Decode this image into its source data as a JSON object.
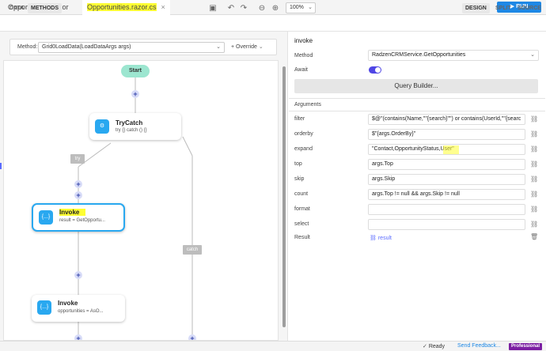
{
  "tabs": [
    {
      "label": "Opportunities.razor",
      "active": false
    },
    {
      "label": "Opportunities.razor.cs",
      "active": true,
      "close": "×"
    }
  ],
  "run": {
    "label": "RUN",
    "icon": "play-icon"
  },
  "toolbar": {
    "modes": [
      "DATA",
      "METHODS"
    ],
    "zoom": "100%",
    "views": [
      "DESIGN",
      "SPLIT",
      "SOURCE"
    ]
  },
  "method_bar": {
    "label": "Method:",
    "value": "Grid0LoadData(LoadDataArgs args)",
    "override_label": "Override"
  },
  "flow": {
    "start": "Start",
    "trycatch": {
      "title": "TryCatch",
      "sub": "try {} catch () {}"
    },
    "try_tag": "try",
    "catch_tag": "catch",
    "invoke1": {
      "title": "Invoke",
      "sub": "result = GetOpportu..."
    },
    "invoke2": {
      "title": "Invoke",
      "sub": "opportunities = AsO..."
    },
    "icon_text": "{...}"
  },
  "props": {
    "title": "invoke",
    "method_label": "Method",
    "method_value": "RadzenCRMService.GetOpportunities",
    "await_label": "Await",
    "await_on": true,
    "query_builder": "Query Builder...",
    "arguments_label": "Arguments",
    "args": [
      {
        "name": "filter",
        "value": "$@\"(contains(Name,\"\"{search}\"\") or contains(UserId,\"\"{searc"
      },
      {
        "name": "orderby",
        "value": "$\"{args.OrderBy}\""
      },
      {
        "name": "expand",
        "value": "\"Contact,OpportunityStatus,User\""
      },
      {
        "name": "top",
        "value": "args.Top"
      },
      {
        "name": "skip",
        "value": "args.Skip"
      },
      {
        "name": "count",
        "value": "args.Top != null && args.Skip != null"
      },
      {
        "name": "format",
        "value": ""
      },
      {
        "name": "select",
        "value": ""
      }
    ],
    "result_label": "Result",
    "result_value": "result"
  },
  "status": {
    "ready": "Ready",
    "feedback": "Send Feedback...",
    "edition": "Professional"
  },
  "colors": {
    "accent": "#1e88e5",
    "toggle": "#4f46e5",
    "node_icon": "#29a8f0",
    "start": "#9ce6d0",
    "highlight": "#ffff33"
  }
}
